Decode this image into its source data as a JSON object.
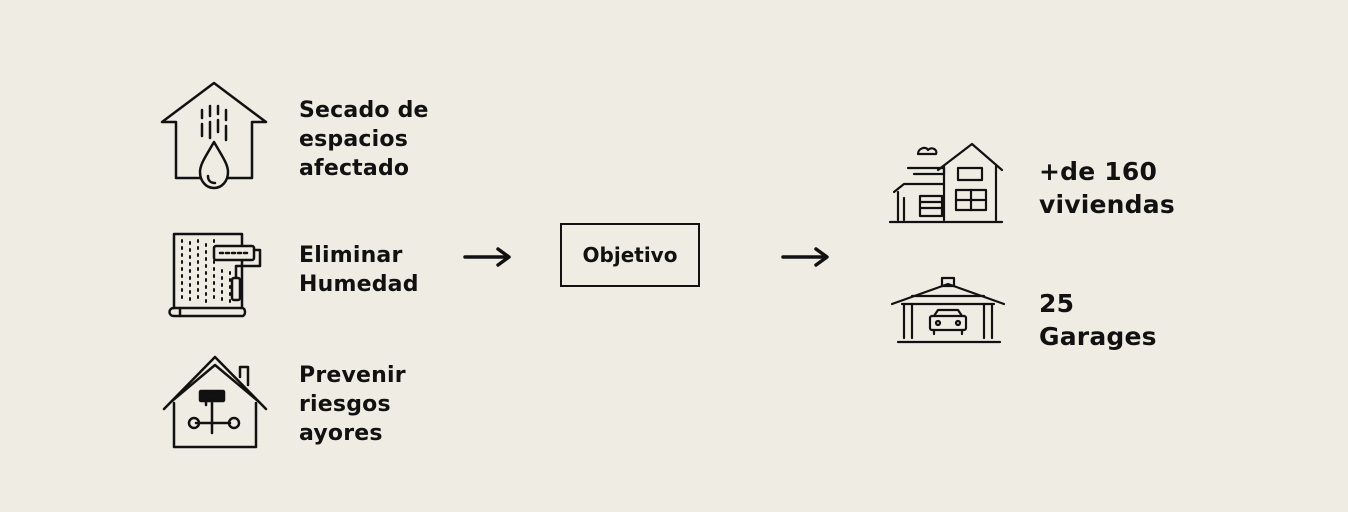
{
  "colors": {
    "background": "#efece4",
    "ink": "#111111"
  },
  "left_items": [
    {
      "icon": "house-water-drop-icon",
      "lines": [
        "Secado de",
        "espacios",
        "afectado"
      ]
    },
    {
      "icon": "wall-paint-roller-icon",
      "lines": [
        "Eliminar",
        "Humedad"
      ]
    },
    {
      "icon": "house-tools-icon",
      "lines": [
        "Prevenir",
        "riesgos",
        "ayores"
      ]
    }
  ],
  "center": {
    "label": "Objetivo"
  },
  "right_items": [
    {
      "icon": "house-building-icon",
      "lines": [
        "+de 160",
        "viviendas"
      ]
    },
    {
      "icon": "garage-car-icon",
      "lines": [
        "25",
        "Garages"
      ]
    }
  ]
}
